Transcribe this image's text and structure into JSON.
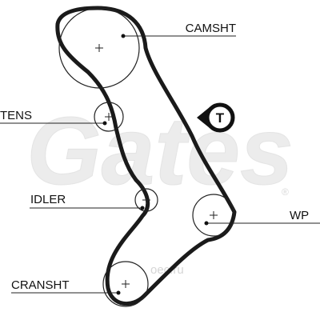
{
  "labels": {
    "camshaft": "CAMSHT",
    "tensioner": "TENS",
    "idler": "IDLER",
    "water_pump": "WP",
    "crankshaft": "CRANSHT"
  },
  "tensioner_marker": {
    "letter": "T",
    "icon": "tensioner-marker-icon"
  },
  "watermark": {
    "logo_text": "Gates",
    "registered_mark": "®",
    "site_text": "oec.ru"
  },
  "colors": {
    "belt": "#1a1a1a",
    "pulley": "#222222",
    "watermark": "#e6e6e6"
  }
}
